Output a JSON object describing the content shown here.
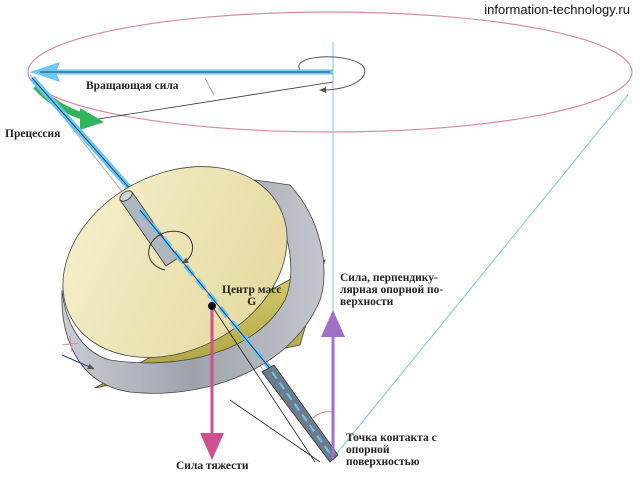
{
  "watermark": "information-technology.ru",
  "labels": {
    "rotating_force": "Вращающая сила",
    "precession": "Прецессия",
    "center_of_mass_line1": "Центр масс",
    "center_of_mass_line2": "G",
    "normal_force_line1": "Сила, перпендику-",
    "normal_force_line2": "лярная опорной по-",
    "normal_force_line3": "верхности",
    "gravity": "Сила тяжести",
    "contact_point_line1": "Точка контакта с",
    "contact_point_line2": "опорной",
    "contact_point_line3": "поверхностью"
  },
  "colors": {
    "ellipse": "#d88aa8",
    "axis_blue": "#6cc8e8",
    "axis_dark": "#1f3f8a",
    "precession_green": "#2fb55a",
    "force_purple": "#a070c8",
    "gravity_pink": "#d0508f",
    "disc_top": "#efe6b4",
    "disc_side": "#aab0b8",
    "cone_yellow": "#c9bf5c"
  }
}
